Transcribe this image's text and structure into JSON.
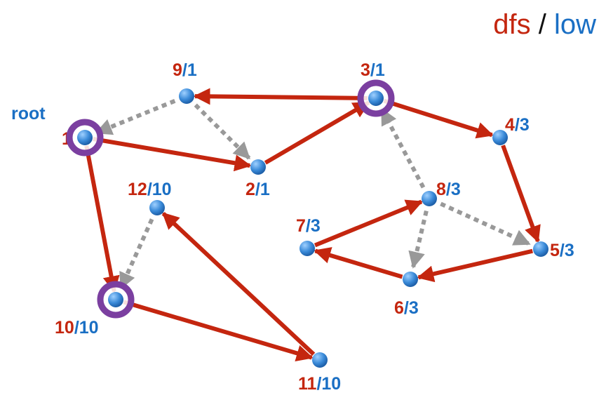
{
  "title": {
    "dfs": "dfs",
    "sep": " / ",
    "low": "low"
  },
  "root_label": "root",
  "colors": {
    "dfs": "#c4260f",
    "low": "#1a6fc4",
    "articulation": "#7b3fa0",
    "tree_edge": "#c4260f",
    "back_edge": "#999999",
    "node": "#3a8ad8"
  },
  "nodes": [
    {
      "id": "1",
      "dfs": "1",
      "low": "",
      "articulation": true
    },
    {
      "id": "2",
      "dfs": "2",
      "low": "1",
      "articulation": false
    },
    {
      "id": "3",
      "dfs": "3",
      "low": "1",
      "articulation": true
    },
    {
      "id": "4",
      "dfs": "4",
      "low": "3",
      "articulation": false
    },
    {
      "id": "5",
      "dfs": "5",
      "low": "3",
      "articulation": false
    },
    {
      "id": "6",
      "dfs": "6",
      "low": "3",
      "articulation": false
    },
    {
      "id": "7",
      "dfs": "7",
      "low": "3",
      "articulation": false
    },
    {
      "id": "8",
      "dfs": "8",
      "low": "3",
      "articulation": false
    },
    {
      "id": "9",
      "dfs": "9",
      "low": "1",
      "articulation": false
    },
    {
      "id": "10",
      "dfs": "10",
      "low": "10",
      "articulation": true
    },
    {
      "id": "11",
      "dfs": "11",
      "low": "10",
      "articulation": false
    },
    {
      "id": "12",
      "dfs": "12",
      "low": "10",
      "articulation": false
    }
  ],
  "tree_edges": [
    [
      "1",
      "2"
    ],
    [
      "2",
      "3"
    ],
    [
      "3",
      "9"
    ],
    [
      "3",
      "4"
    ],
    [
      "4",
      "5"
    ],
    [
      "5",
      "6"
    ],
    [
      "6",
      "7"
    ],
    [
      "7",
      "8"
    ],
    [
      "1",
      "10"
    ],
    [
      "10",
      "11"
    ],
    [
      "11",
      "12"
    ]
  ],
  "back_edges": [
    [
      "9",
      "1"
    ],
    [
      "9",
      "2"
    ],
    [
      "8",
      "3"
    ],
    [
      "8",
      "6"
    ],
    [
      "8",
      "5"
    ],
    [
      "12",
      "10"
    ]
  ]
}
